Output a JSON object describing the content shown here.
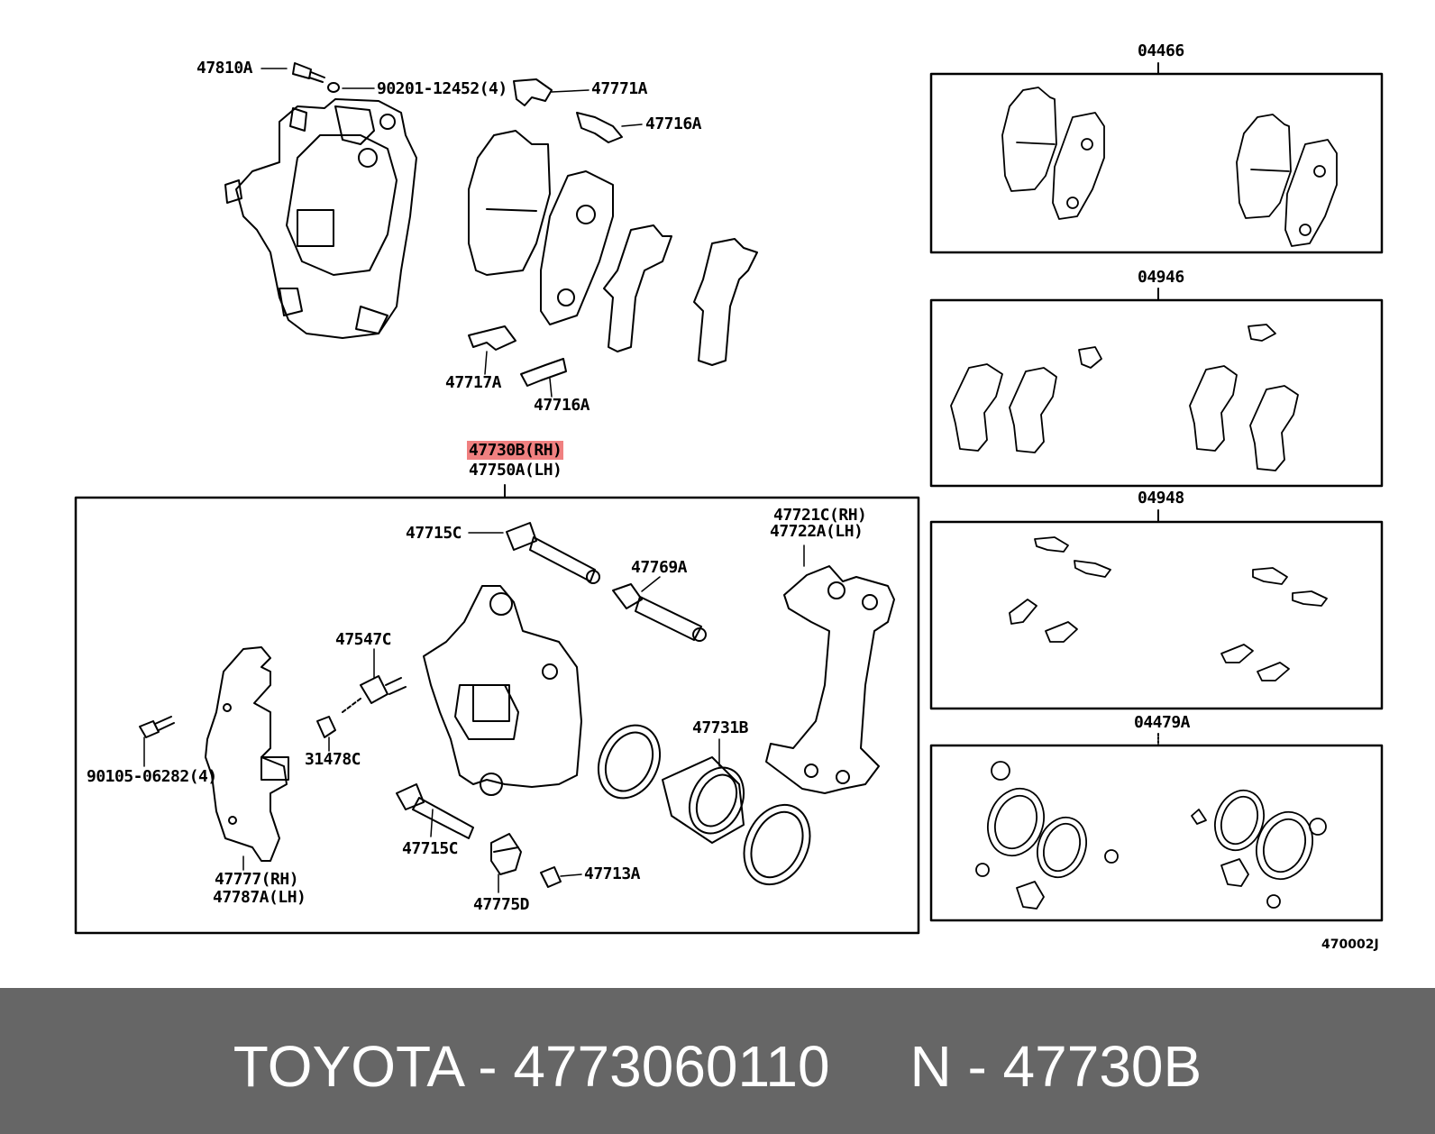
{
  "diagram": {
    "labels": {
      "l47810A": "47810A",
      "l90201": "90201-12452(4)",
      "l47771A": "47771A",
      "l47716A_top": "47716A",
      "l47717A": "47717A",
      "l47716A_bot": "47716A",
      "l47730B": "47730B(RH)",
      "l47750A": "47750A(LH)",
      "l47715C_top": "47715C",
      "l47769A": "47769A",
      "l47721C": "47721C(RH)",
      "l47722A": "47722A(LH)",
      "l47547C": "47547C",
      "l31478C": "31478C",
      "l90105": "90105-06282(4)",
      "l47731B": "47731B",
      "l47715C_bot": "47715C",
      "l47713A": "47713A",
      "l47775D": "47775D",
      "l47777": "47777(RH)",
      "l47787A": "47787A(LH)"
    },
    "kits": [
      "04466",
      "04946",
      "04948",
      "04479A"
    ],
    "figure_code": "470002J"
  },
  "footer": {
    "text": "TOYOTA - 4773060110     N - 47730B"
  },
  "colors": {
    "highlight": "#f08080",
    "footer_bg": "#666666",
    "footer_text": "#ffffff"
  }
}
